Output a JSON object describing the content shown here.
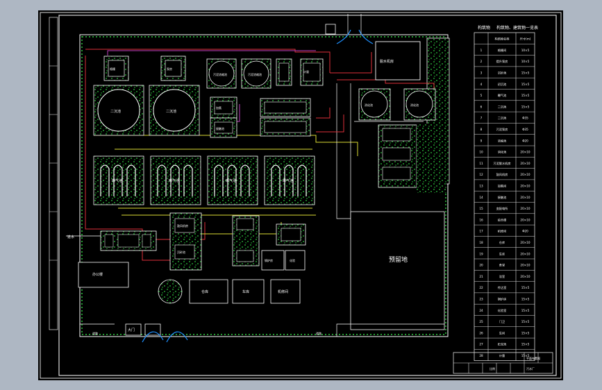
{
  "titles": {
    "table_header_a": "构筑物",
    "table_header_b": "构筑物、建筑物一览表"
  },
  "table_rows": [
    {
      "no": "",
      "name": "构筑物名称",
      "qty": "尺寸(m)"
    },
    {
      "no": "1",
      "name": "格栅间",
      "qty": "10×5"
    },
    {
      "no": "2",
      "name": "提升泵房",
      "qty": "10×5"
    },
    {
      "no": "3",
      "name": "沉砂池",
      "qty": "15×5"
    },
    {
      "no": "4",
      "name": "初沉池",
      "qty": "15×5"
    },
    {
      "no": "5",
      "name": "曝气池",
      "qty": "15×5"
    },
    {
      "no": "6",
      "name": "二沉池",
      "qty": "15×5"
    },
    {
      "no": "7",
      "name": "二沉池",
      "qty": "Φ35"
    },
    {
      "no": "8",
      "name": "污泥泵房",
      "qty": "Φ35"
    },
    {
      "no": "9",
      "name": "浓缩池",
      "qty": "Φ20"
    },
    {
      "no": "10",
      "name": "消化池",
      "qty": "20×10"
    },
    {
      "no": "11",
      "name": "污泥脱水机房",
      "qty": "20×10"
    },
    {
      "no": "12",
      "name": "鼓风机房",
      "qty": "20×10"
    },
    {
      "no": "13",
      "name": "加氯间",
      "qty": "20×10"
    },
    {
      "no": "14",
      "name": "接触池",
      "qty": "20×10"
    },
    {
      "no": "15",
      "name": "变配电所",
      "qty": "20×10"
    },
    {
      "no": "16",
      "name": "综合楼",
      "qty": "20×10"
    },
    {
      "no": "17",
      "name": "机修间",
      "qty": "Φ20"
    },
    {
      "no": "18",
      "name": "仓库",
      "qty": "20×10"
    },
    {
      "no": "19",
      "name": "车库",
      "qty": "20×10"
    },
    {
      "no": "20",
      "name": "食堂",
      "qty": "20×10"
    },
    {
      "no": "21",
      "name": "浴室",
      "qty": "20×10"
    },
    {
      "no": "22",
      "name": "传达室",
      "qty": "15×5"
    },
    {
      "no": "23",
      "name": "锅炉房",
      "qty": "15×5"
    },
    {
      "no": "24",
      "name": "化验室",
      "qty": "15×5"
    },
    {
      "no": "25",
      "name": "门卫",
      "qty": "15×5"
    },
    {
      "no": "26",
      "name": "车间",
      "qty": "15×5"
    },
    {
      "no": "27",
      "name": "贮泥池",
      "qty": "15×5"
    },
    {
      "no": "28",
      "name": "计量",
      "qty": "15×5"
    }
  ],
  "labels": {
    "reserve_land": "预留地",
    "influent": "进水",
    "office": "办公楼",
    "gate": "大门",
    "secondary_a": "二沉池",
    "secondary_b": "二沉池",
    "sludge_tank_a": "污泥浓缩池",
    "sludge_tank_b": "污泥浓缩池",
    "digest_a": "消化池",
    "digest_b": "消化池",
    "aeration_1": "曝气池",
    "aeration_2": "曝气池",
    "aeration_3": "曝气池",
    "aeration_4": "曝气池",
    "warehouse": "仓库",
    "garage": "车库",
    "repair": "机修间",
    "boiler": "锅炉房",
    "lab": "化验",
    "dewater": "脱水机房",
    "blower": "鼓风机房",
    "grit": "沉砂池",
    "screen": "格栅",
    "pump": "泵房",
    "meter": "计量",
    "chlorine": "加氯",
    "contact": "接触池",
    "road_a": "道路",
    "road_b": "道路",
    "scale": "比例"
  },
  "legend": {
    "title_block_a": "平面布置图",
    "title_block_b": "污水厂"
  }
}
